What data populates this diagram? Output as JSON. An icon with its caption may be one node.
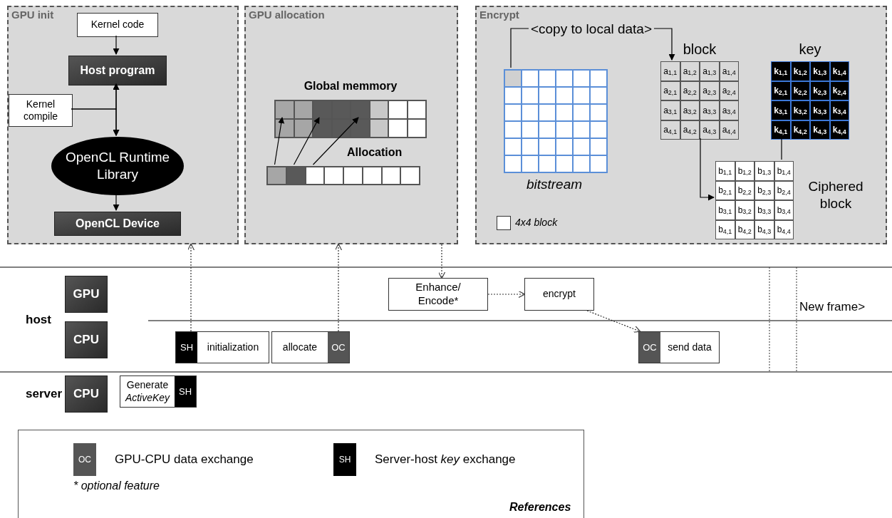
{
  "diagram": {
    "nodes": [
      {
        "text": [
          "GPU init"
        ]
      },
      {
        "text": [
          "Kernel code"
        ],
        "in": 0
      },
      {
        "text": [
          "Host program"
        ],
        "in": 0
      },
      {
        "text": [
          "Kernel compile"
        ],
        "in": 0
      },
      {
        "text": [
          "OpenCL Runtime Library"
        ],
        "in": 0
      },
      {
        "text": [
          "OpenCL Device"
        ],
        "in": 0
      },
      {
        "text": [
          "GPU allocation"
        ]
      },
      {
        "text": [
          "Global memmory"
        ],
        "in": 6
      },
      {
        "text": [
          "Allocation"
        ],
        "in": 6
      },
      {
        "text": [
          "Encrypt"
        ]
      },
      {
        "text": [],
        "shape": "box",
        "beside": [
          "bitstream"
        ],
        "in": 9
      },
      {
        "text": [
          "block",
          "a$_{1,1}$",
          "a$_{1,2}$",
          "a$_{1,3}$",
          "a$_{1,4}$",
          "a$_{2,1}$",
          "a$_{2,2}$",
          "a$_{2,3}$",
          "a$_{2,4}$",
          "a$_{3,1}$",
          "a$_{3,2}$",
          "a$_{3,3}$",
          "a$_{3,4}$",
          "a$_{4,1}$",
          "a$_{4,2}$",
          "a$_{4,3}$",
          "a$_{4,4}$"
        ],
        "in": 9
      },
      {
        "text": [
          "key",
          "k$_{1,1}$",
          "k$_{1,2}$",
          "k$_{1,3}$",
          "k$_{1,4}$",
          "k$_{2,1}$",
          "k$_{2,2}$",
          "k$_{2,3}$",
          "k$_{2,4}$",
          "k$_{3,1}$",
          "k$_{3,2}$",
          "k$_{3,3}$",
          "k$_{3,4}$",
          "k$_{4,1}$",
          "k$_{4,2}$",
          "k$_{4,3}$",
          "k$_{4,4}$"
        ],
        "in": 9
      },
      {
        "text": [
          "b$_{1,1}$",
          "b$_{1,2}$",
          "b$_{1,3}$",
          "b$_{1,4}$",
          "b$_{2,1}$",
          "b$_{2,2}$",
          "b$_{2,3}$",
          "b$_{2,4}$",
          "b$_{3,1}$",
          "b$_{3,2}$",
          "b$_{3,3}$",
          "b$_{3,4}$",
          "b$_{4,1}$",
          "b$_{4,2}$",
          "b$_{4,3}$",
          "b$_{4,4}$"
        ],
        "beside": [
          "Ciphered block"
        ],
        "in": 9
      },
      {
        "text": [
          "GPU"
        ]
      },
      {
        "text": [
          "CPU"
        ]
      },
      {
        "text": [
          "CPU"
        ]
      },
      {
        "text": [
          "SH",
          "initialization"
        ]
      },
      {
        "text": [
          "allocate",
          "OC"
        ]
      },
      {
        "text": [
          "Enhance/ Encode*"
        ]
      },
      {
        "text": [
          "encrypt"
        ]
      },
      {
        "text": [
          "OC",
          "send data"
        ]
      },
      {
        "text": [
          "Generate *ActiveKey*",
          "SH"
        ]
      }
    ],
    "edges": [
      {
        "from": 1,
        "to": 2,
        "arrow": "to"
      },
      {
        "from": 2,
        "to": 4,
        "arrow": "both"
      },
      {
        "from": 3,
        "to": 2,
        "arrow": "to"
      },
      {
        "from": 3,
        "to": 4,
        "arrow": "to"
      },
      {
        "from": 4,
        "to": 5,
        "arrow": "to"
      },
      {
        "from": 8,
        "to": 7,
        "arrow": "to"
      },
      {
        "from": 8,
        "to": 7,
        "arrow": "to"
      },
      {
        "from": 8,
        "to": 7,
        "arrow": "to"
      },
      {
        "from": 10,
        "to": 11,
        "arrow": "to",
        "label": "<copy to local data>"
      },
      {
        "from": 11,
        "to": 13,
        "arrow": "to"
      },
      {
        "from": 12,
        "to": 13,
        "arrow": "none"
      },
      {
        "from": 17,
        "to": 0,
        "arrow": "to",
        "style": "dashed"
      },
      {
        "from": 18,
        "to": 6,
        "arrow": "to",
        "style": "dashed"
      },
      {
        "from": 6,
        "to": 19,
        "arrow": "to",
        "style": "dashed"
      },
      {
        "from": 19,
        "to": 20,
        "arrow": "to",
        "style": "dashed"
      },
      {
        "from": 20,
        "to": 21,
        "arrow": "to",
        "style": "dashed"
      }
    ],
    "labels": [
      "New frame>",
      "host",
      "server",
      "OC",
      "SH",
      "* optional feature",
      "References"
    ],
    "legend": [
      {
        "text": "4x4 block"
      },
      {
        "text": "GPU-CPU data exchange",
        "color": "#555555"
      },
      {
        "text": "Server-host *key* exchange",
        "color": "#000000"
      }
    ]
  }
}
